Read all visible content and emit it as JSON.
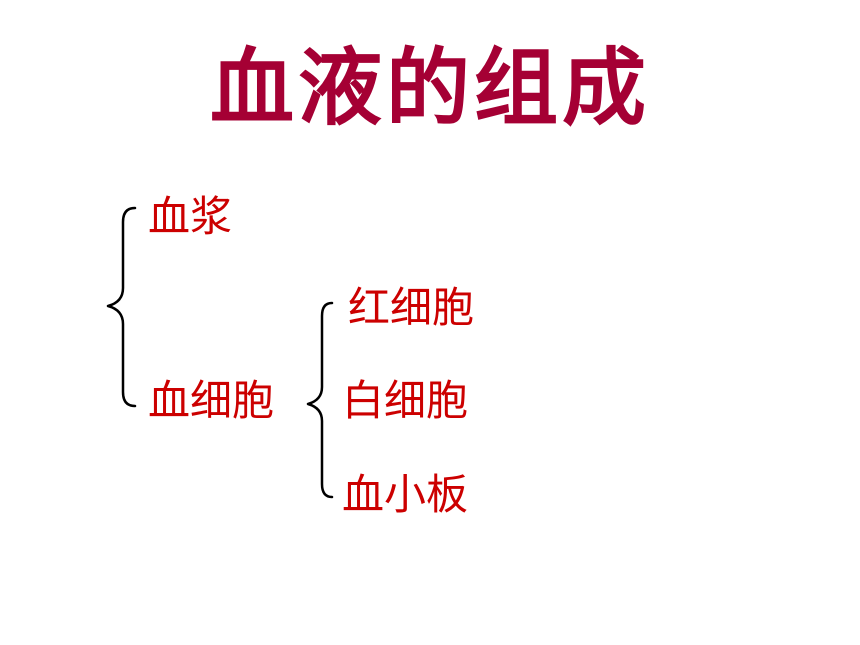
{
  "title": "血液的组成",
  "tree": {
    "plasma": "血浆",
    "blood_cells": "血细胞",
    "red_cells": "红细胞",
    "white_cells": "白细胞",
    "platelets": "血小板"
  },
  "colors": {
    "title": "#a50034",
    "nodes": "#cc0000",
    "braces": "#000000"
  }
}
